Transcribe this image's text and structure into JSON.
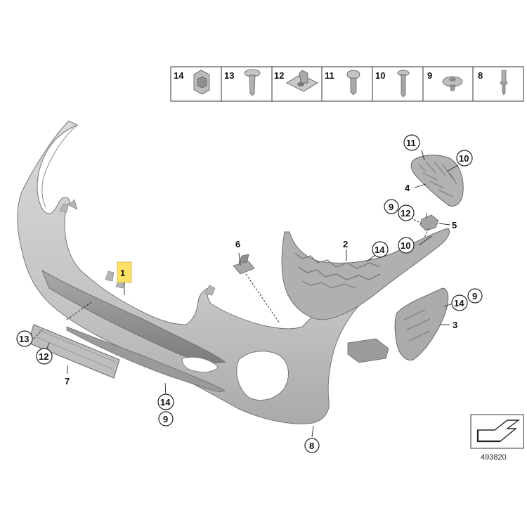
{
  "legend": [
    {
      "number": "14",
      "icon": "clip-nut-icon"
    },
    {
      "number": "13",
      "icon": "rivet-screw-icon"
    },
    {
      "number": "12",
      "icon": "sheet-nut-icon"
    },
    {
      "number": "11",
      "icon": "pan-screw-icon"
    },
    {
      "number": "10",
      "icon": "flange-screw-icon"
    },
    {
      "number": "9",
      "icon": "expansion-rivet-icon"
    },
    {
      "number": "8",
      "icon": "push-rivet-icon"
    }
  ],
  "callouts": {
    "part_1": "1",
    "part_2": "2",
    "part_3": "3",
    "part_4": "4",
    "part_5": "5",
    "part_6": "6",
    "part_7": "7",
    "part_8": "8",
    "part_9_left": "9",
    "part_9_right": "9",
    "part_9_top": "9",
    "part_10_top": "10",
    "part_10_mid": "10",
    "part_11": "11",
    "part_12_right": "12",
    "part_12_left": "12",
    "part_13": "13",
    "part_14_bottom": "14",
    "part_14_bracket": "14",
    "part_14_side": "14"
  },
  "highlight_color": "#ffe066",
  "part_color": "#c9c9c9",
  "reference_number": "493820"
}
